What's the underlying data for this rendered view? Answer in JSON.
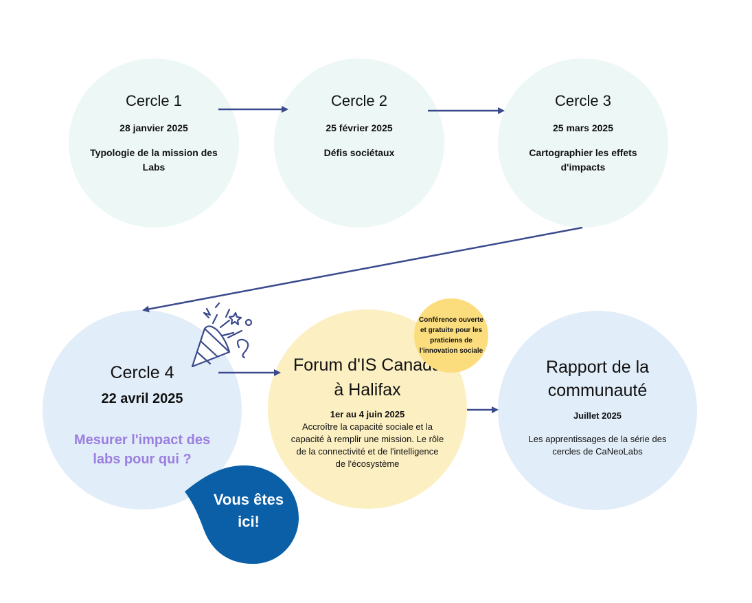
{
  "circles": [
    {
      "title": "Cercle 1",
      "date": "28 janvier 2025",
      "desc": "Typologie de la mission des Labs"
    },
    {
      "title": "Cercle 2",
      "date": "25 février 2025",
      "desc": "Défis sociétaux"
    },
    {
      "title": "Cercle 3",
      "date": "25 mars 2025",
      "desc": "Cartographier les effets d'impacts"
    },
    {
      "title": "Cercle 4",
      "date": "22 avril 2025",
      "focus": "Mesurer l'impact des labs pour qui ?"
    }
  ],
  "forum": {
    "title": "Forum d'IS Canada à Halifax",
    "date": "1er au 4 juin 2025",
    "body": "Accroître la capacité sociale et la capacité à remplir une mission. Le rôle de la connectivité et de l'intelligence de l'écosystème"
  },
  "badge": {
    "text": "Conférence ouverte et gratuite pour les praticiens de l'innovation sociale"
  },
  "report": {
    "title": "Rapport de la communauté",
    "date": "Juillet 2025",
    "body": "Les apprentissages de la série des cercles de CaNeoLabs"
  },
  "here_marker": {
    "text": "Vous êtes ici!"
  },
  "icons": {
    "celebration": "party-popper-icon"
  },
  "colors": {
    "mint": "#edf8f6",
    "light_blue": "#e1edf8",
    "yellow": "#fcefc2",
    "badge_yellow": "#fbdd7e",
    "arrow": "#3a4a8c",
    "purple_text": "#9b7fe0",
    "marker_blue": "#0a5fa7"
  }
}
